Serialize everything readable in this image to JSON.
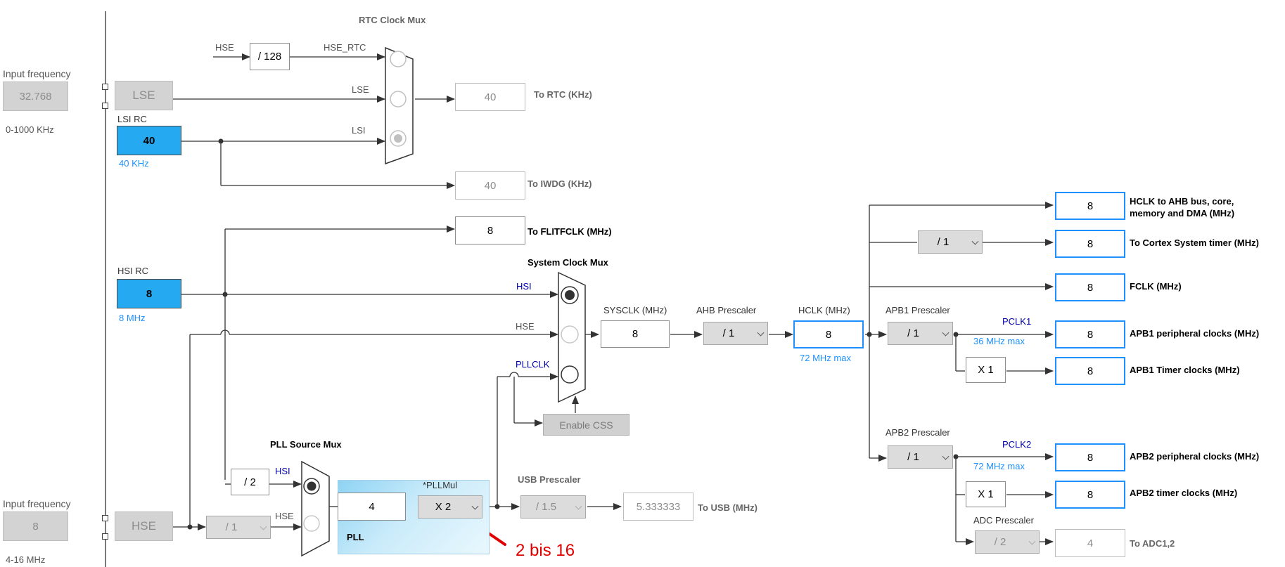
{
  "left": {
    "lse_input_frequency_label": "Input frequency",
    "lse_input_value": "32.768",
    "lse_range": "0-1000 KHz",
    "hse_input_frequency_label": "Input frequency",
    "hse_input_value": "8",
    "hse_range": "4-16 MHz"
  },
  "sources": {
    "lse_label": "LSE",
    "lsi_rc_label": "LSI RC",
    "lsi_value": "40",
    "lsi_freq": "40 KHz",
    "hsi_rc_label": "HSI RC",
    "hsi_value": "8",
    "hsi_freq": "8 MHz",
    "hse_label": "HSE"
  },
  "rtc": {
    "mux_title": "RTC Clock Mux",
    "hse_in_label": "HSE",
    "divider": "/ 128",
    "hse_rtc_label": "HSE_RTC",
    "lse_in_label": "LSE",
    "lsi_in_label": "LSI",
    "to_rtc_value": "40",
    "to_rtc_label": "To RTC (KHz)",
    "to_iwdg_value": "40",
    "to_iwdg_label": "To IWDG (KHz)"
  },
  "flit": {
    "value": "8",
    "label": "To FLITFCLK (MHz)"
  },
  "sysmux": {
    "title": "System Clock Mux",
    "hsi_label": "HSI",
    "hse_label": "HSE",
    "pllclk_label": "PLLCLK",
    "enable_css": "Enable CSS",
    "sysclk_label": "SYSCLK (MHz)",
    "sysclk_value": "8"
  },
  "ahb": {
    "prescaler_label": "AHB Prescaler",
    "prescaler_value": "/ 1",
    "hclk_label": "HCLK (MHz)",
    "hclk_value": "8",
    "hclk_max": "72 MHz max"
  },
  "outputs": {
    "hclk_ahb_value": "8",
    "hclk_ahb_label_1": "HCLK to AHB bus, core,",
    "hclk_ahb_label_2": "memory and DMA (MHz)",
    "cortex_prescaler": "/ 1",
    "cortex_value": "8",
    "cortex_label": "To Cortex System timer (MHz)",
    "fclk_value": "8",
    "fclk_label": "FCLK (MHz)"
  },
  "apb1": {
    "prescaler_label": "APB1 Prescaler",
    "prescaler_value": "/ 1",
    "pclk_label": "PCLK1",
    "max": "36 MHz max",
    "periph_value": "8",
    "periph_label": "APB1 peripheral clocks (MHz)",
    "timer_mult": "X 1",
    "timer_value": "8",
    "timer_label": "APB1 Timer clocks (MHz)"
  },
  "apb2": {
    "prescaler_label": "APB2 Prescaler",
    "prescaler_value": "/ 1",
    "pclk_label": "PCLK2",
    "max": "72 MHz max",
    "periph_value": "8",
    "periph_label": "APB2 peripheral clocks (MHz)",
    "timer_mult": "X 1",
    "timer_value": "8",
    "timer_label": "APB2 timer clocks (MHz)",
    "adc_prescaler_label": "ADC Prescaler",
    "adc_prescaler_value": "/ 2",
    "adc_value": "4",
    "adc_label": "To ADC1,2"
  },
  "pll": {
    "source_mux_title": "PLL Source Mux",
    "hsi_div": "/ 2",
    "hsi_label": "HSI",
    "hse_label": "HSE",
    "hse_prediv": "/ 1",
    "block_label": "PLL",
    "input_value": "4",
    "mul_label": "*PLLMul",
    "mul_value": "X 2",
    "annotation": "2 bis 16"
  },
  "usb": {
    "prescaler_label": "USB Prescaler",
    "prescaler_value": "/ 1.5",
    "value": "5.333333",
    "label": "To USB (MHz)"
  },
  "colors": {
    "accent_blue": "#1e90ff",
    "source_cyan": "#25a9f1",
    "annotation_red": "#e00000",
    "signal_label_blue": "#0000aa"
  }
}
